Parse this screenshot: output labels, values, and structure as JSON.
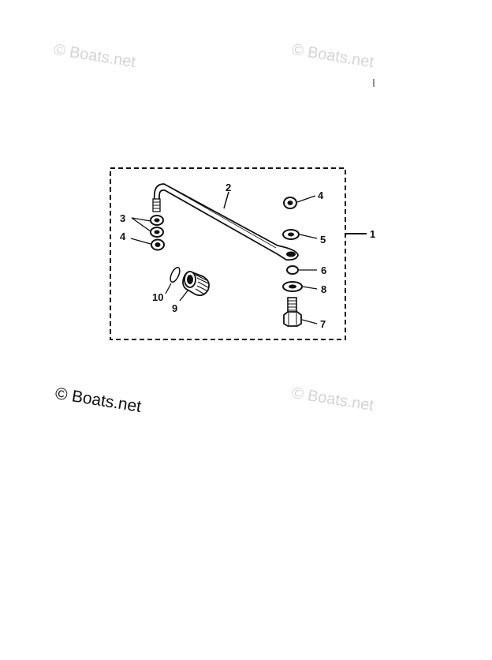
{
  "watermarks": {
    "top_left": "© Boats.net",
    "top_right": "© Boats.net",
    "bottom_left": "© Boats.net",
    "bottom_right": "© Boats.net"
  },
  "diagram": {
    "callouts": {
      "kit": "1",
      "rod": "2",
      "nuts_left": "3",
      "nut_left": "4",
      "nut_right_top": "4",
      "nut_5": "5",
      "washer_6": "6",
      "washer_8": "8",
      "bolt_7": "7",
      "bushing_9": "9",
      "oring_10": "10"
    }
  }
}
